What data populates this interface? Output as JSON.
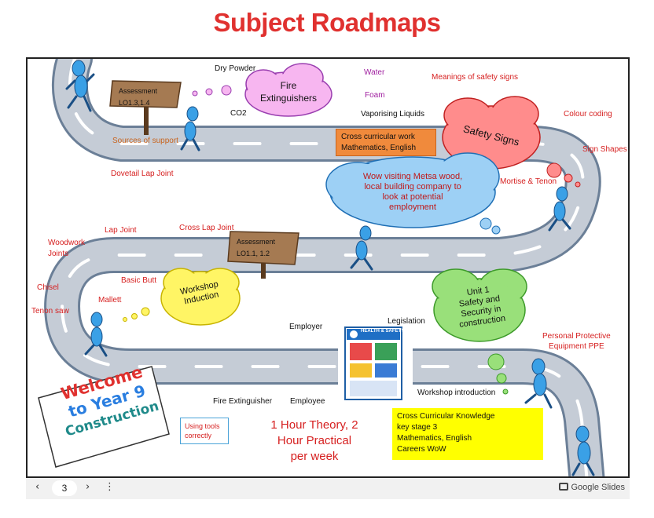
{
  "page_title": "Subject Roadmaps",
  "signs": {
    "top": [
      "Assessment",
      "LO1.3,1.4"
    ],
    "middle": [
      "Assessment",
      "LO1.1, 1.2"
    ]
  },
  "clouds": {
    "fire": [
      "Fire",
      "Extinguishers"
    ],
    "safety_signs": "Safety Signs",
    "wow": [
      "Wow visiting Metsa wood,",
      "local building company to",
      "look at potential",
      "employment"
    ],
    "workshop": [
      "Workshop",
      "Induction"
    ],
    "unit1": [
      "Unit 1",
      "Safety and",
      "Security in",
      "construction"
    ]
  },
  "labels": {
    "dry_powder": "Dry Powder",
    "water": "Water",
    "foam": "Foam",
    "co2": "CO2",
    "vaporising": "Vaporising Liquids",
    "meanings": "Meanings of safety signs",
    "colour_coding": "Colour coding",
    "sign_shapes": "Sign Shapes",
    "mortise": "Mortise & Tenon",
    "sources": "Sources of support",
    "dovetail": "Dovetail Lap  Joint",
    "lap_joint": "Lap Joint",
    "cross_lap": "Cross Lap Joint",
    "woodwork": [
      "Woodwork",
      "Joints"
    ],
    "basic_butt": "Basic Butt",
    "chisel": "Chisel",
    "mallett": "Mallett",
    "tenon_saw": "Tenon saw",
    "employer": "Employer",
    "legislation": "Legislation",
    "ppe": [
      "Personal Protective",
      "Equipment PPE"
    ],
    "workshop_intro": "Workshop introduction",
    "fire_ext": "Fire Extinguisher",
    "employee": "Employee"
  },
  "cross_curricular": [
    "Cross curricular work",
    "Mathematics, English"
  ],
  "yellow_box": [
    "Cross Curricular Knowledge",
    "key stage 3",
    "Mathematics, English",
    "Careers WoW"
  ],
  "using_tools": [
    "Using tools",
    "correctly"
  ],
  "hours": [
    "1 Hour Theory, 2",
    "Hour Practical",
    "per week"
  ],
  "welcome": {
    "line1": "Welcome",
    "line2": "to Year 9",
    "line3": "Construction"
  },
  "poster_title": "HEALTH & SAFETY",
  "toolbar": {
    "page": "3",
    "prev": "‹",
    "next": "›",
    "menu": "⋮",
    "brand": "Google Slides"
  }
}
